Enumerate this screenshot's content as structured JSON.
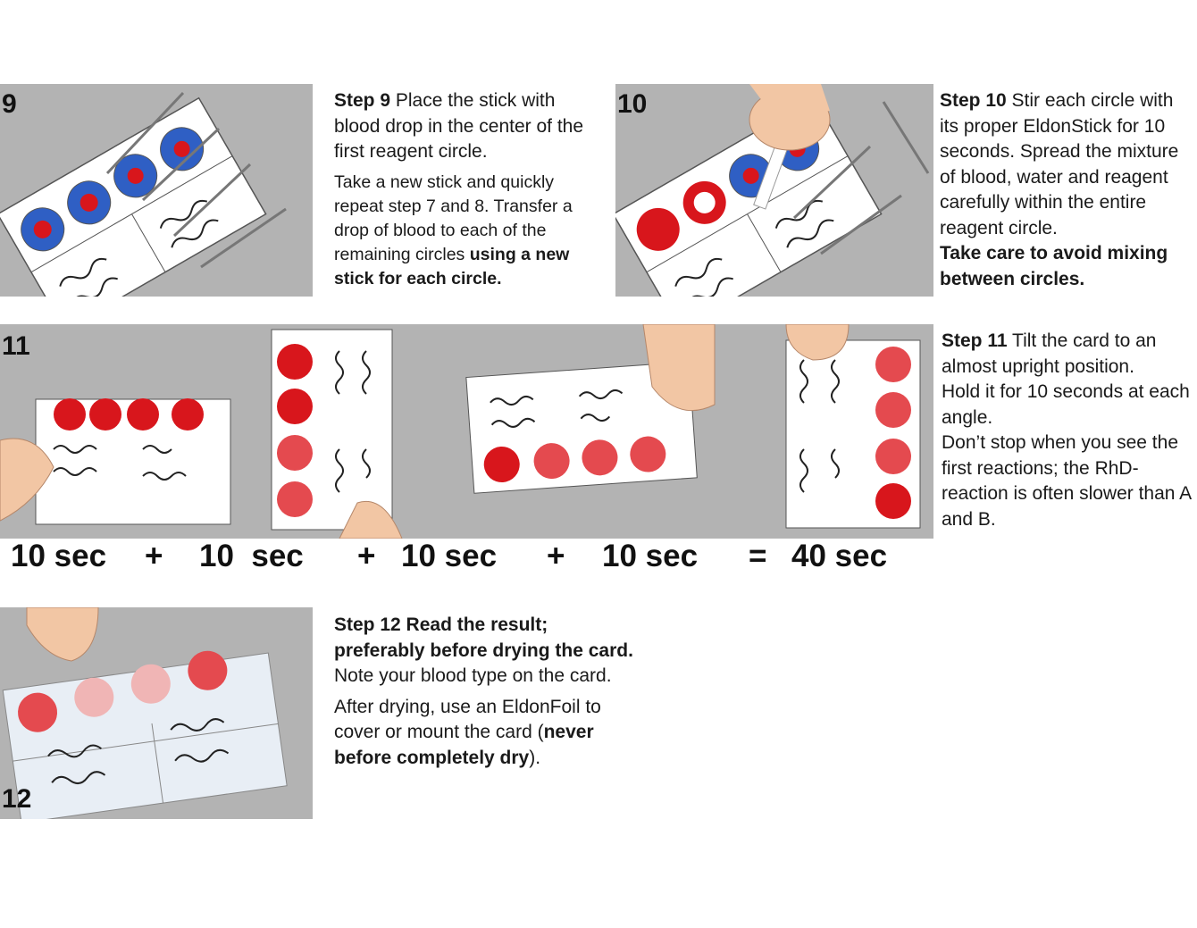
{
  "step9": {
    "number": "9",
    "title": "Step 9",
    "text_a": "Place the stick with blood drop in the center of the first reagent circle.",
    "text_b": "Take a new stick and quickly repeat step 7 and 8. Transfer a drop of blood to each of the remaining circles",
    "text_b_bold": "using a new stick for each circle."
  },
  "step10": {
    "number": "10",
    "title": "Step 10",
    "text_a": "Stir each circle with its proper EldonStick for 10 seconds. Spread the mixture of blood, water and reagent carefully within the entire reagent circle.",
    "text_bold": "Take care to avoid mixing between circles."
  },
  "step11": {
    "number": "11",
    "title": "Step 11",
    "text_a": "Tilt the card to an almost upright position.",
    "text_b": "Hold it for 10 seconds at each angle.",
    "text_c": "Don’t stop when you see the first reactions; the RhD-reaction is often slower than A and B."
  },
  "timing": {
    "t1": "10 sec",
    "p1": "+",
    "t2": "10  sec",
    "p2": "+",
    "t3": "10 sec",
    "p3": "+",
    "t4": "10 sec",
    "eq": "=",
    "total": "40 sec"
  },
  "step12": {
    "number": "12",
    "title": "Step 12",
    "bold_a": "Read the result; preferably before drying the card.",
    "text_a": "Note your blood type on the card.",
    "text_b": "After drying, use an EldonFoil to cover or mount the card (",
    "text_b_bold": "never before completely dry",
    "text_b_end": ")."
  },
  "colors": {
    "panel_bg": "#b3b3b3",
    "blood_red": "#d8161c",
    "reagent_blue": "#2f5fc4",
    "skin": "#f2c6a4"
  }
}
